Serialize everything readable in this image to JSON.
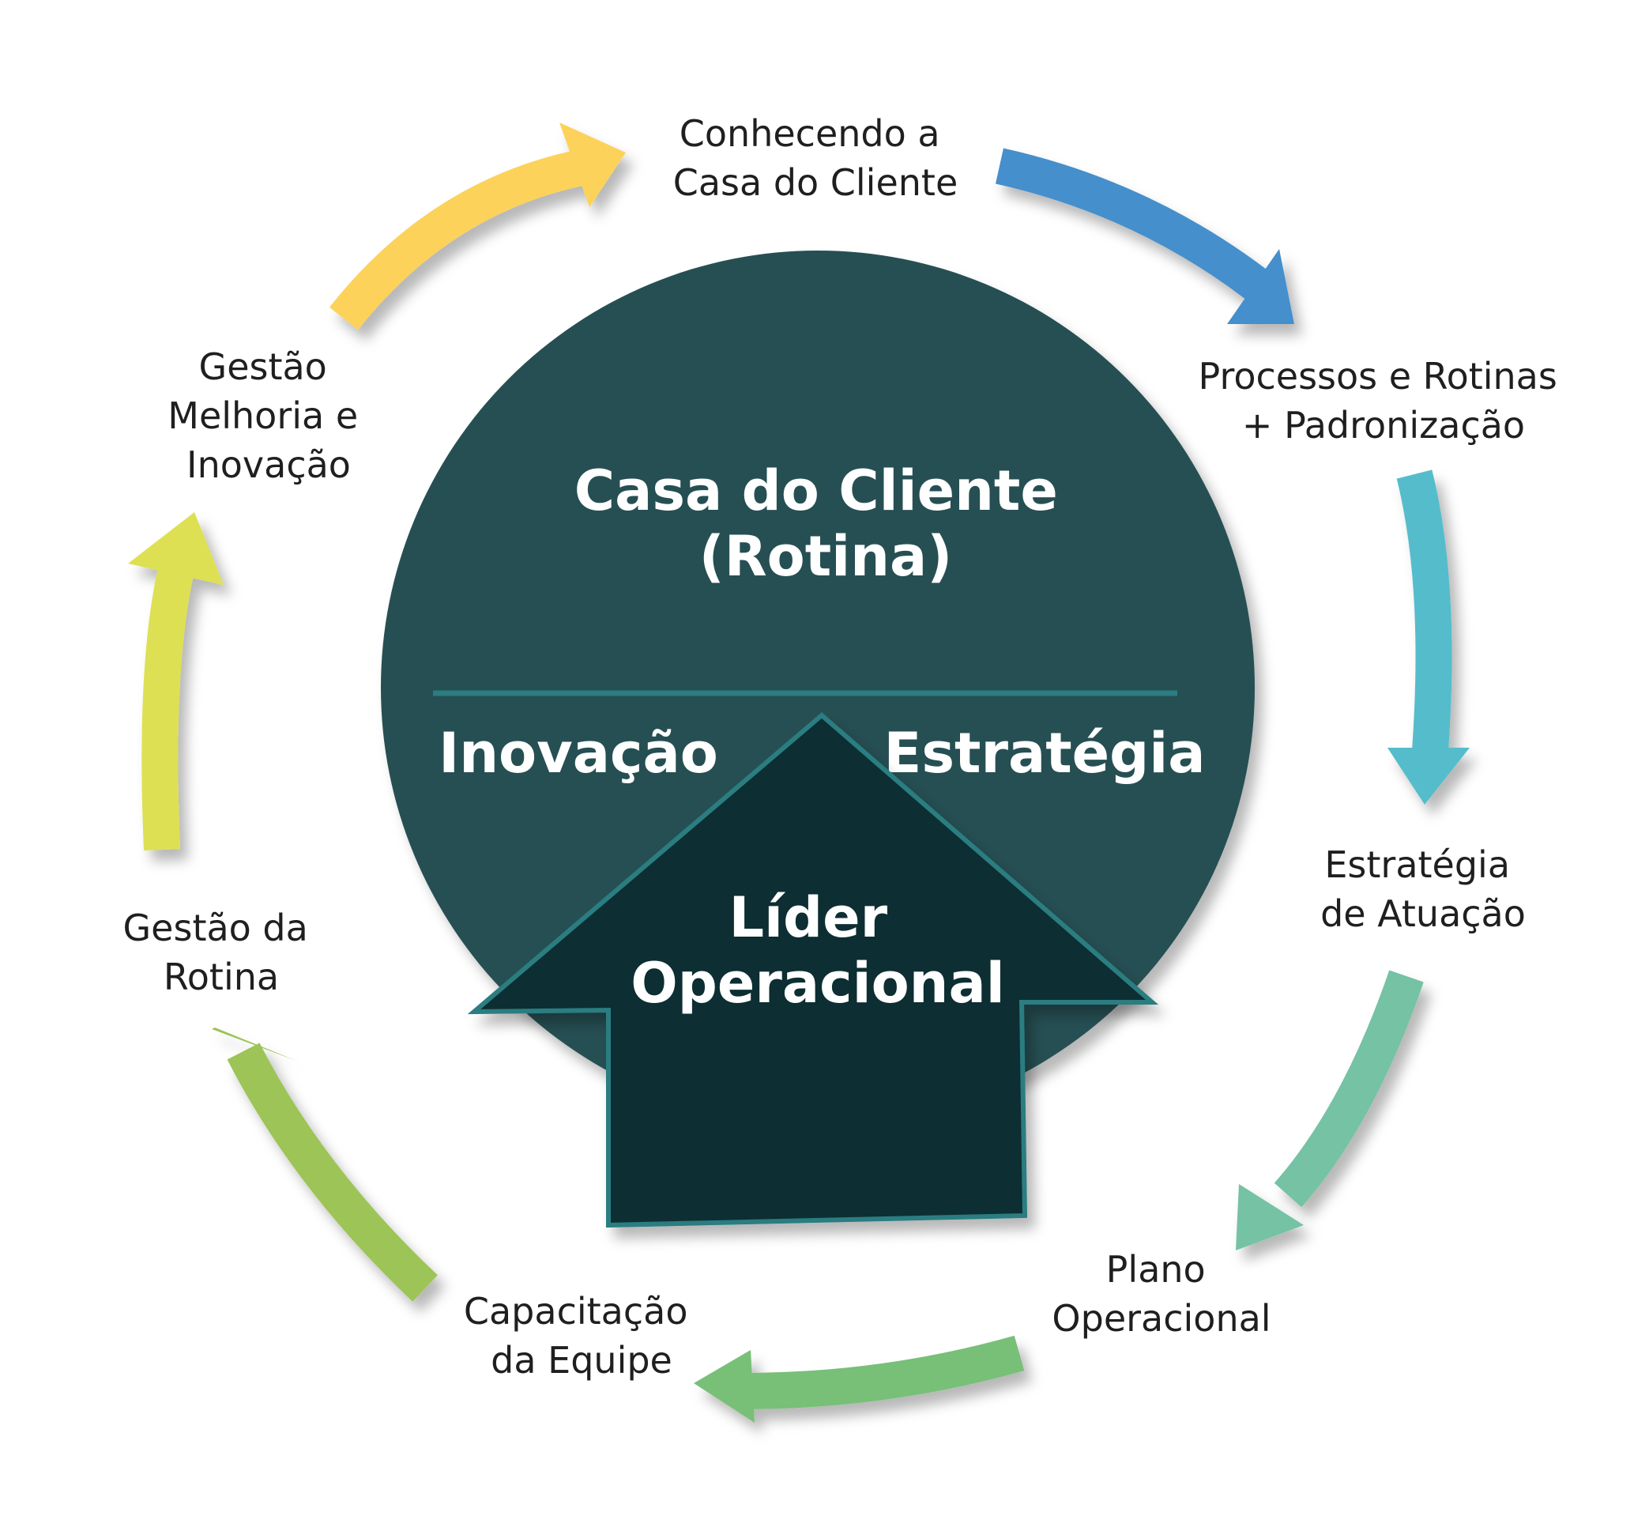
{
  "center": {
    "title_lines": [
      "Casa do Cliente",
      "(Rotina)"
    ],
    "left_label": "Inovação",
    "right_label": "Estratégia",
    "leader_lines": [
      "Líder",
      "Operacional"
    ]
  },
  "steps": [
    {
      "lines": [
        "Conhecendo a",
        "Casa do Cliente"
      ]
    },
    {
      "lines": [
        "Processos e Rotinas",
        "+ Padronização"
      ]
    },
    {
      "lines": [
        "Estratégia",
        "de Atuação"
      ]
    },
    {
      "lines": [
        "Plano",
        "Operacional"
      ]
    },
    {
      "lines": [
        "Capacitação",
        "da Equipe"
      ]
    },
    {
      "lines": [
        "Gestão da",
        "Rotina"
      ]
    },
    {
      "lines": [
        "Gestão",
        "Melhoria e",
        "Inovação"
      ]
    }
  ],
  "colors": {
    "circle": "#284f52",
    "leader_arrow": "#112e33",
    "leader_outline": "#2a7d80",
    "divider": "#2a7d80",
    "arrows": [
      "#fcd25a",
      "#458fcc",
      "#55bccc",
      "#74c2a4",
      "#78bf78",
      "#9cc457",
      "#dde052"
    ]
  }
}
